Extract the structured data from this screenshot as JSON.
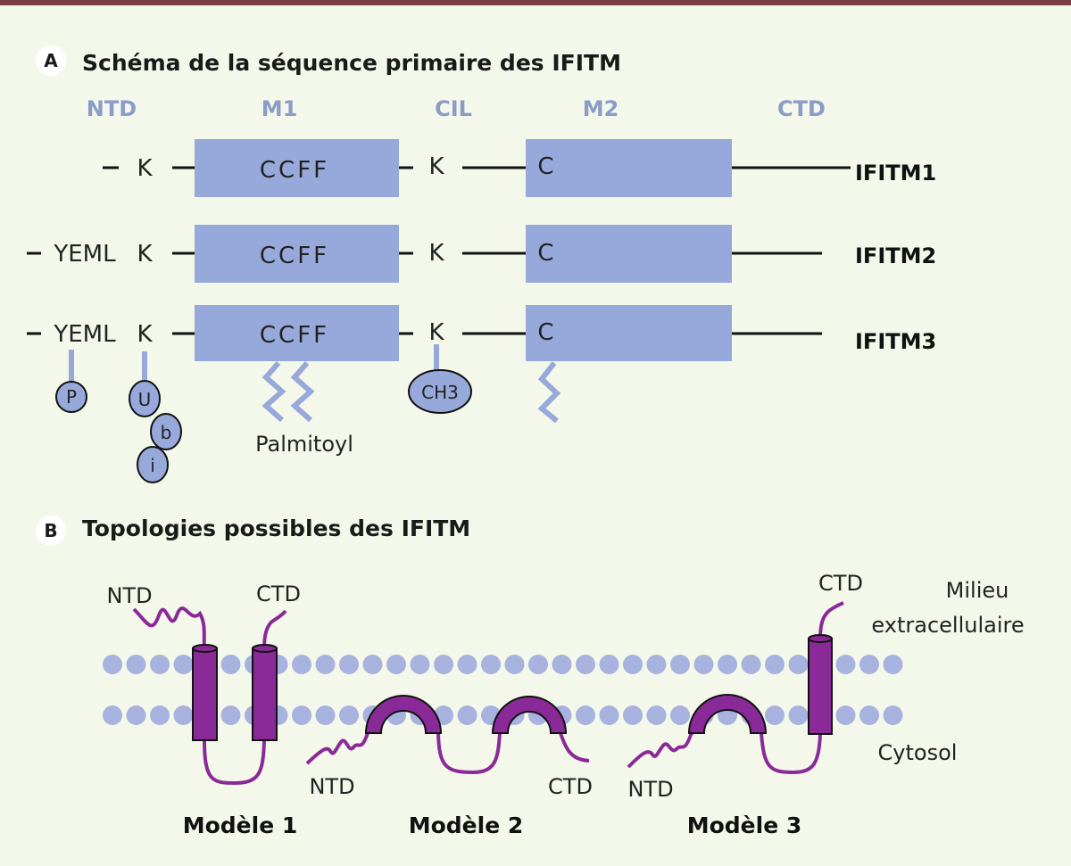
{
  "panel_a": {
    "badge": "A",
    "title": "Schéma de la séquence primaire des IFITM",
    "regions": [
      "NTD",
      "M1",
      "CIL",
      "M2",
      "CTD"
    ],
    "rows": [
      {
        "protein": "IFITM1",
        "prefix": "",
        "k1": "K",
        "m1_label": "CCFF",
        "k2": "K",
        "m2_label": "C"
      },
      {
        "protein": "IFITM2",
        "prefix": "YEML",
        "k1": "K",
        "m1_label": "CCFF",
        "k2": "K",
        "m2_label": "C"
      },
      {
        "protein": "IFITM3",
        "prefix": "YEML",
        "k1": "K",
        "m1_label": "CCFF",
        "k2": "K",
        "m2_label": "C"
      }
    ],
    "modifications": {
      "phospho": "P",
      "ubiquitin": [
        "U",
        "b",
        "i"
      ],
      "methyl": "CH3",
      "palmitoyl": "Palmitoyl"
    }
  },
  "panel_b": {
    "badge": "B",
    "title": "Topologies possibles des IFITM",
    "extracellular": [
      "Milieu",
      "extracellulaire"
    ],
    "cytosol": "Cytosol",
    "models": [
      {
        "name": "Modèle 1",
        "ntd": "NTD",
        "ctd": "CTD"
      },
      {
        "name": "Modèle 2",
        "ntd": "NTD",
        "ctd": "CTD"
      },
      {
        "name": "Modèle 3",
        "ntd": "NTD",
        "ctd": "CTD"
      }
    ]
  },
  "colors": {
    "box": "#97a9da",
    "lipid": "#a7b2df",
    "protein": "#8a2a98",
    "region": "#8a9cc8",
    "frame": "#7a3b45"
  }
}
